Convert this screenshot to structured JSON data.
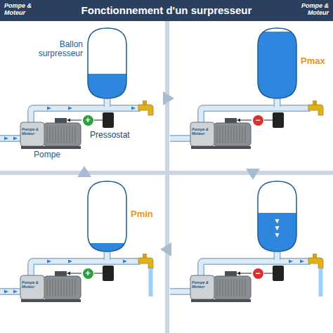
{
  "diagram": {
    "title": "Fonctionnement d'un surpresseur",
    "nodes": [
      {
        "text": [
          "+"
        ]
      },
      {
        "text": [
          "−"
        ]
      },
      {
        "text": [
          "+"
        ]
      },
      {
        "text": [
          "−"
        ]
      }
    ],
    "labels": [
      "Pompe & Moteur",
      "Pompe & Moteur",
      "Ballon surpresseur",
      "Pressostat",
      "Pompe",
      "Pompe & Moteur",
      "Pmax",
      "Pompe & Moteur",
      "Pmin",
      "Pompe & Moteur",
      "Pompe & Moteur"
    ]
  }
}
